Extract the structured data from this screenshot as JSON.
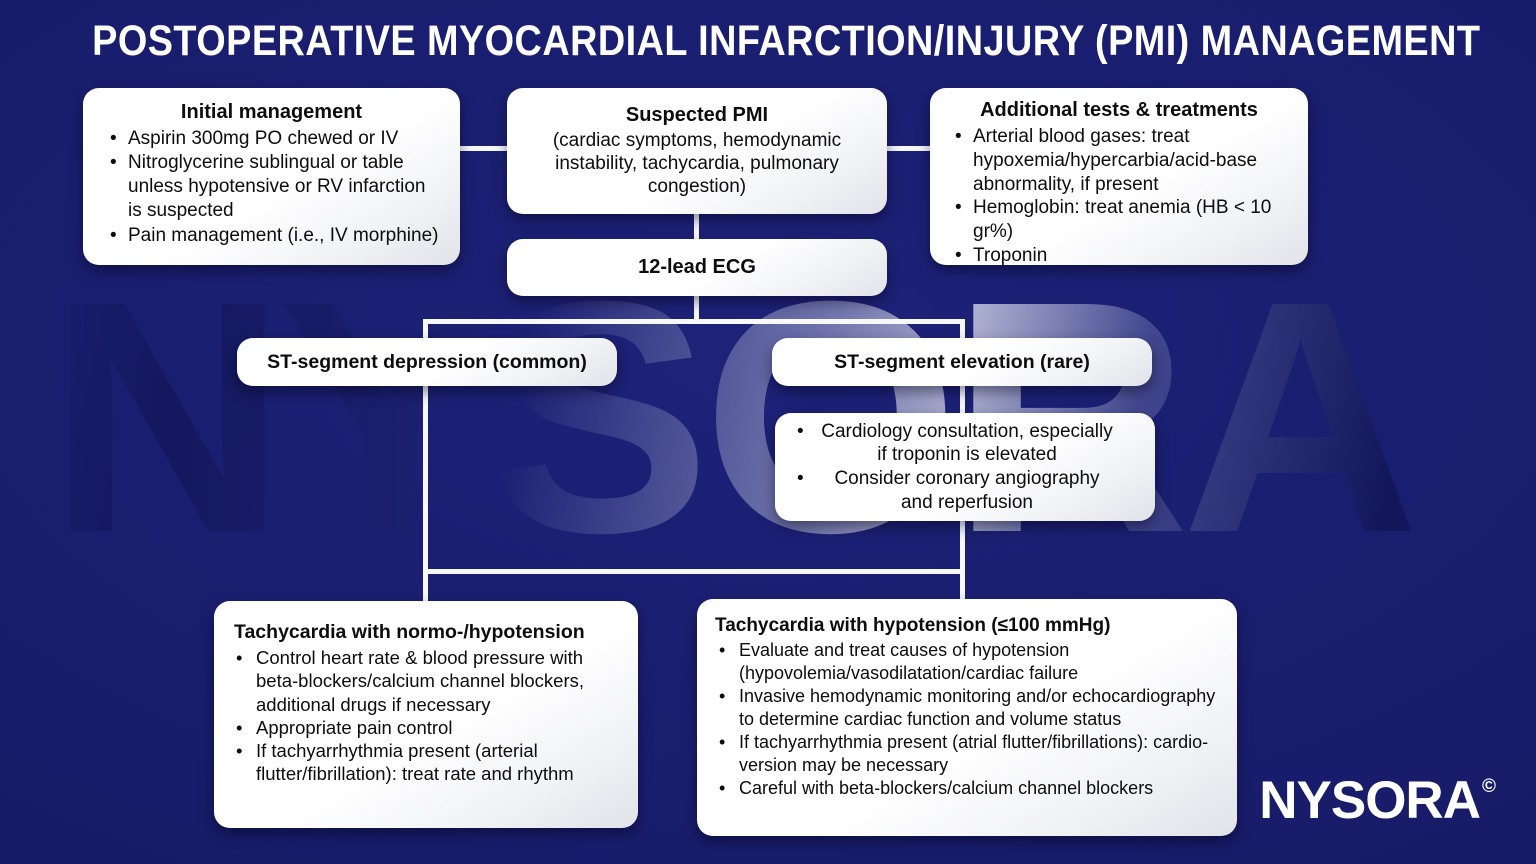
{
  "title": "POSTOPERATIVE MYOCARDIAL INFARCTION/INJURY (PMI) MANAGEMENT",
  "watermark": {
    "text": "NYSORA",
    "copyright": "©"
  },
  "logo": {
    "text": "NYSORA",
    "copyright": "©"
  },
  "glyphs": {
    "bullet": "•"
  },
  "colors": {
    "background": "#181c6b",
    "box_background": "#ffffff",
    "connector_line": "#f7f8fd",
    "box_text": "#0d0d0d",
    "title_text": "#ffffff"
  },
  "boxes": {
    "initial": {
      "title": "Initial management",
      "items": [
        "Aspirin 300mg PO chewed or IV",
        "Nitroglycerine sublingual or table unless hypotensive or RV infarction is suspected",
        "Pain management (i.e., IV morphine)"
      ]
    },
    "suspected": {
      "title": "Suspected PMI",
      "subtitle": "(cardiac symptoms, hemodynamic instability, tachycardia, pulmonary congestion)"
    },
    "additional": {
      "title": "Additional tests & treatments",
      "items": [
        "Arterial blood gases: treat hypoxemia/hypercarbia/acid-base abnormality, if present",
        "Hemoglobin: treat anemia (HB < 10 gr%)",
        "Troponin"
      ]
    },
    "ecg": {
      "title": "12-lead ECG"
    },
    "st_depression": {
      "title": "ST-segment depression (common)"
    },
    "st_elevation": {
      "title": "ST-segment elevation (rare)"
    },
    "cardiology": {
      "items": [
        "Cardiology consultation, especially if troponin is elevated",
        "Consider coronary angiography and reperfusion"
      ]
    },
    "tachy_normo": {
      "title": "Tachycardia with normo-/hypotension",
      "items": [
        "Control heart rate & blood pressure with beta-blockers/calcium channel blockers, additional drugs if necessary",
        "Appropriate pain control",
        "If tachyarrhythmia present (arterial flutter/fibrillation): treat rate and rhythm"
      ]
    },
    "tachy_hypo": {
      "title": "Tachycardia with hypotension (≤100 mmHg)",
      "items": [
        "Evaluate and treat causes of hypotension (hypovolemia/vasodilatation/cardiac failure",
        "Invasive hemodynamic monitoring and/or echocardiography to determine cardiac function and volume status",
        "If tachyarrhythmia present (atrial flutter/fibrillations): cardio-version may be necessary",
        "Careful with beta-blockers/calcium channel blockers"
      ]
    }
  }
}
